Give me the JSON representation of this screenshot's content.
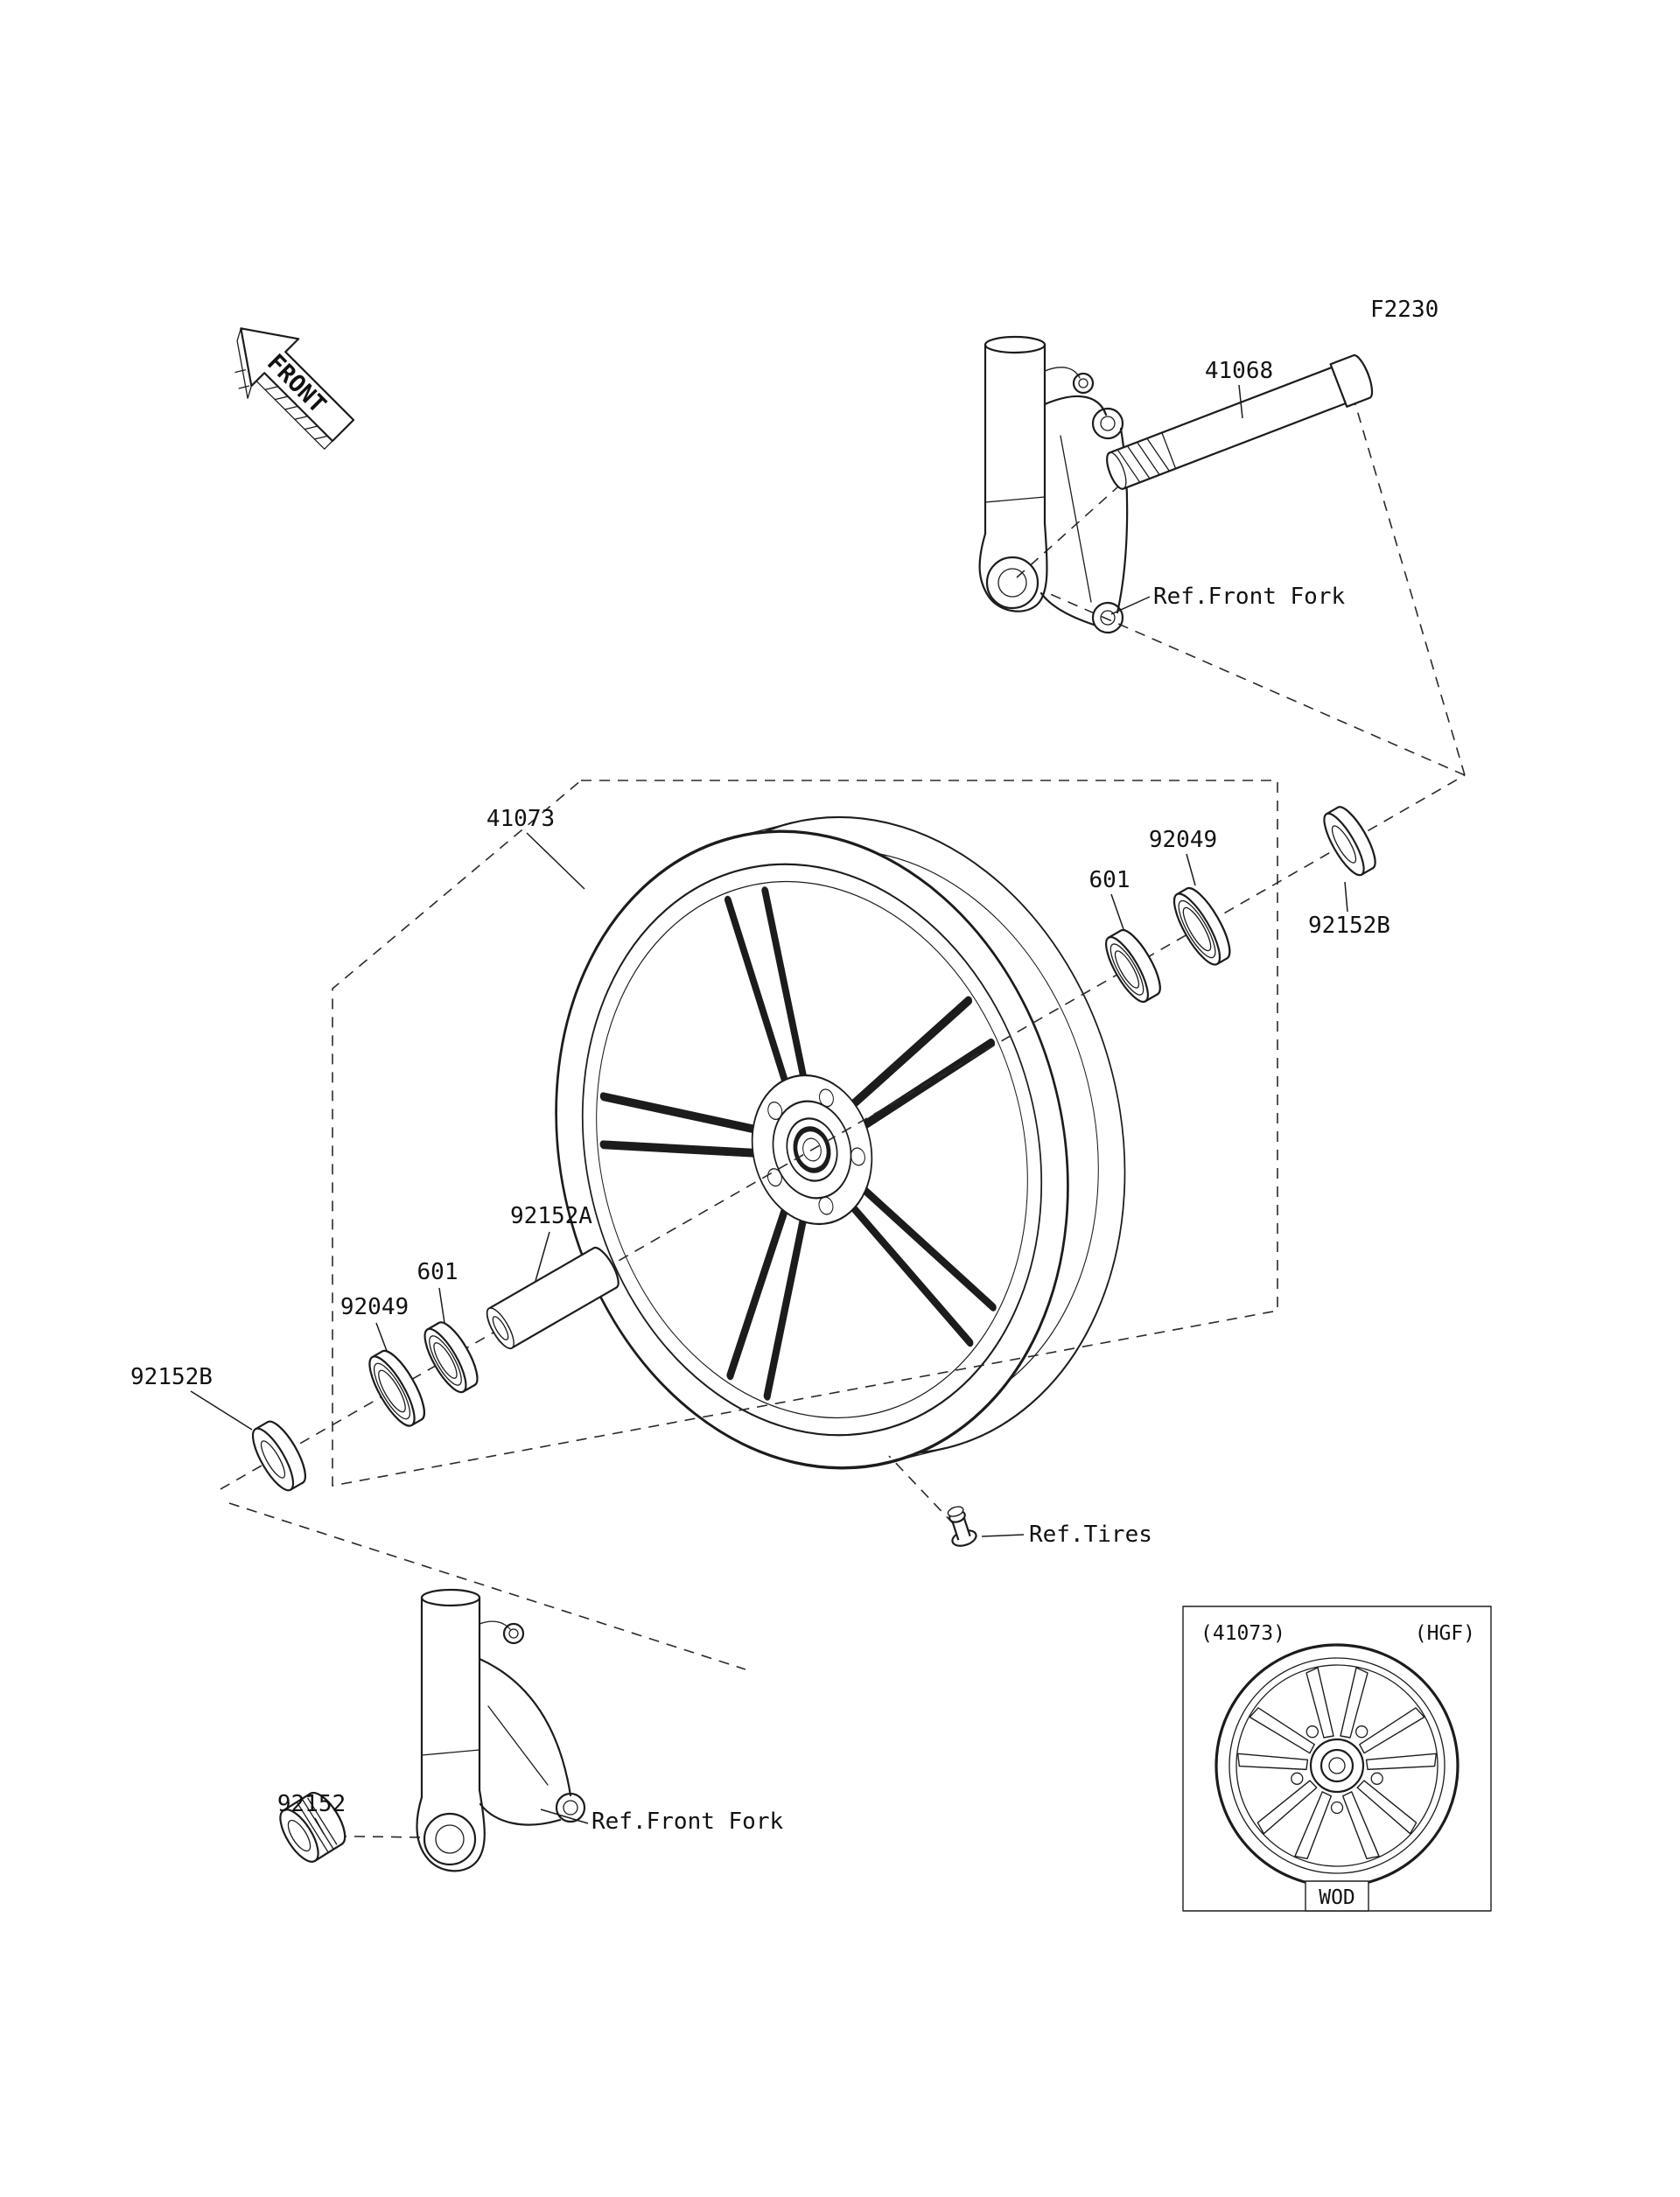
{
  "labels": {
    "figure_code": "F2230",
    "front": "FRONT",
    "axle": "41068",
    "wheel": "41073",
    "seal_left": "92049",
    "seal_right": "92049",
    "bearing_left": "601",
    "bearing_right": "601",
    "collar_left": "92152B",
    "collar_right": "92152B",
    "spacer": "92152A",
    "lower_collar": "92152",
    "ref_front_fork_upper": "Ref.Front Fork",
    "ref_front_fork_lower": "Ref.Front Fork",
    "ref_tires": "Ref.Tires"
  },
  "inset": {
    "part": "(41073)",
    "variant": "(HGF)",
    "code": "WOD"
  },
  "colors": {
    "line": "#1c1c1c",
    "background": "#ffffff"
  }
}
